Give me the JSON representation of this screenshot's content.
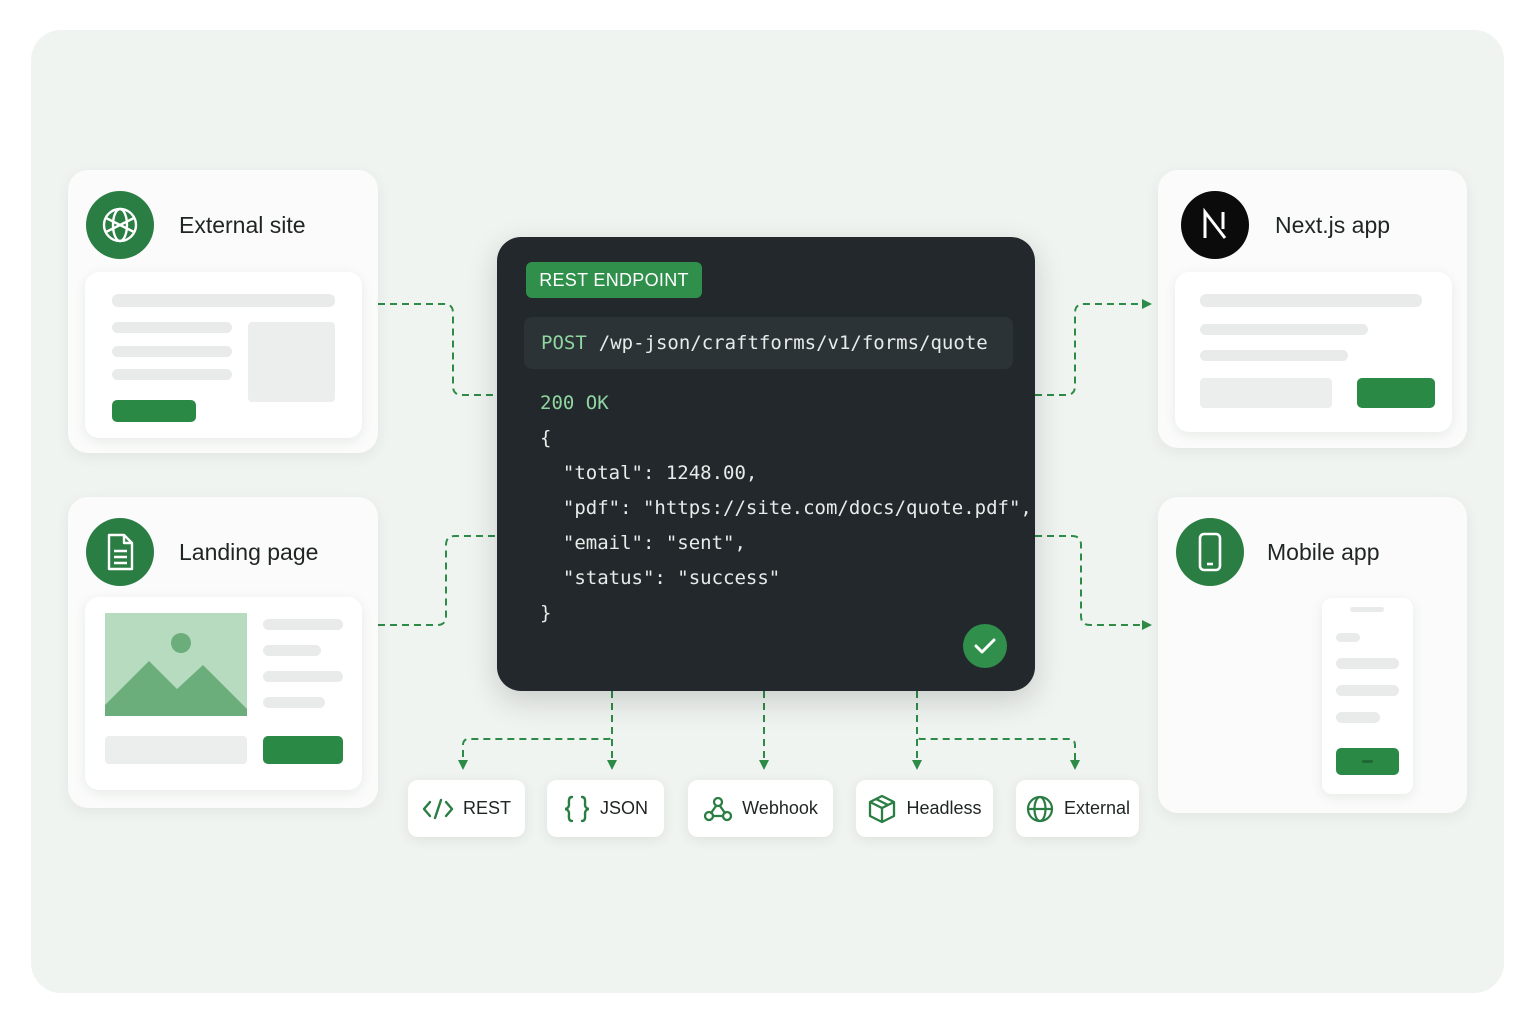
{
  "sources": [
    {
      "title": "External site",
      "icon": "globe-icon"
    },
    {
      "title": "Landing page",
      "icon": "document-icon"
    }
  ],
  "targets": [
    {
      "title": "Next.js app",
      "icon": "nextjs-logo-icon"
    },
    {
      "title": "Mobile app",
      "icon": "smartphone-icon"
    }
  ],
  "endpoint": {
    "badge": "REST ENDPOINT",
    "method": "POST",
    "path": "/wp-json/craftforms/v1/forms/quote",
    "status": "200 OK",
    "response_lines": [
      "{",
      "  \"total\": 1248.00,",
      "  \"pdf\": \"https://site.com/docs/quote.pdf\",",
      "  \"email\": \"sent\",",
      "  \"status\": \"success\"",
      "}"
    ],
    "success_icon": "checkmark-icon"
  },
  "chips": [
    {
      "label": "REST",
      "icon": "code-brackets-icon"
    },
    {
      "label": "JSON",
      "icon": "curly-braces-icon"
    },
    {
      "label": "Webhook",
      "icon": "webhook-icon"
    },
    {
      "label": "Headless",
      "icon": "package-icon"
    },
    {
      "label": "External",
      "icon": "globe-icon"
    }
  ],
  "colors": {
    "accent": "#2a8a45",
    "connector": "#2e8b47",
    "panel": "#22282c",
    "canvas": "#f0f4f1"
  }
}
